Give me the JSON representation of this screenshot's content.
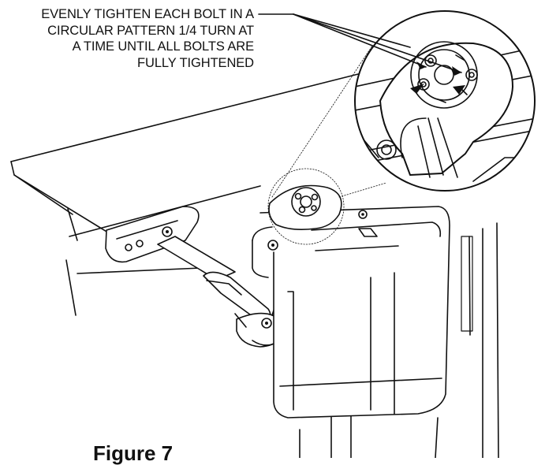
{
  "callout": {
    "lines": [
      "EVENLY TIGHTEN EACH BOLT IN A",
      "CIRCULAR PATTERN 1/4 TURN AT",
      "A TIME UNTIL ALL BOLTS ARE",
      "FULLY TIGHTENED"
    ]
  },
  "figure": {
    "label": "Figure 7"
  }
}
